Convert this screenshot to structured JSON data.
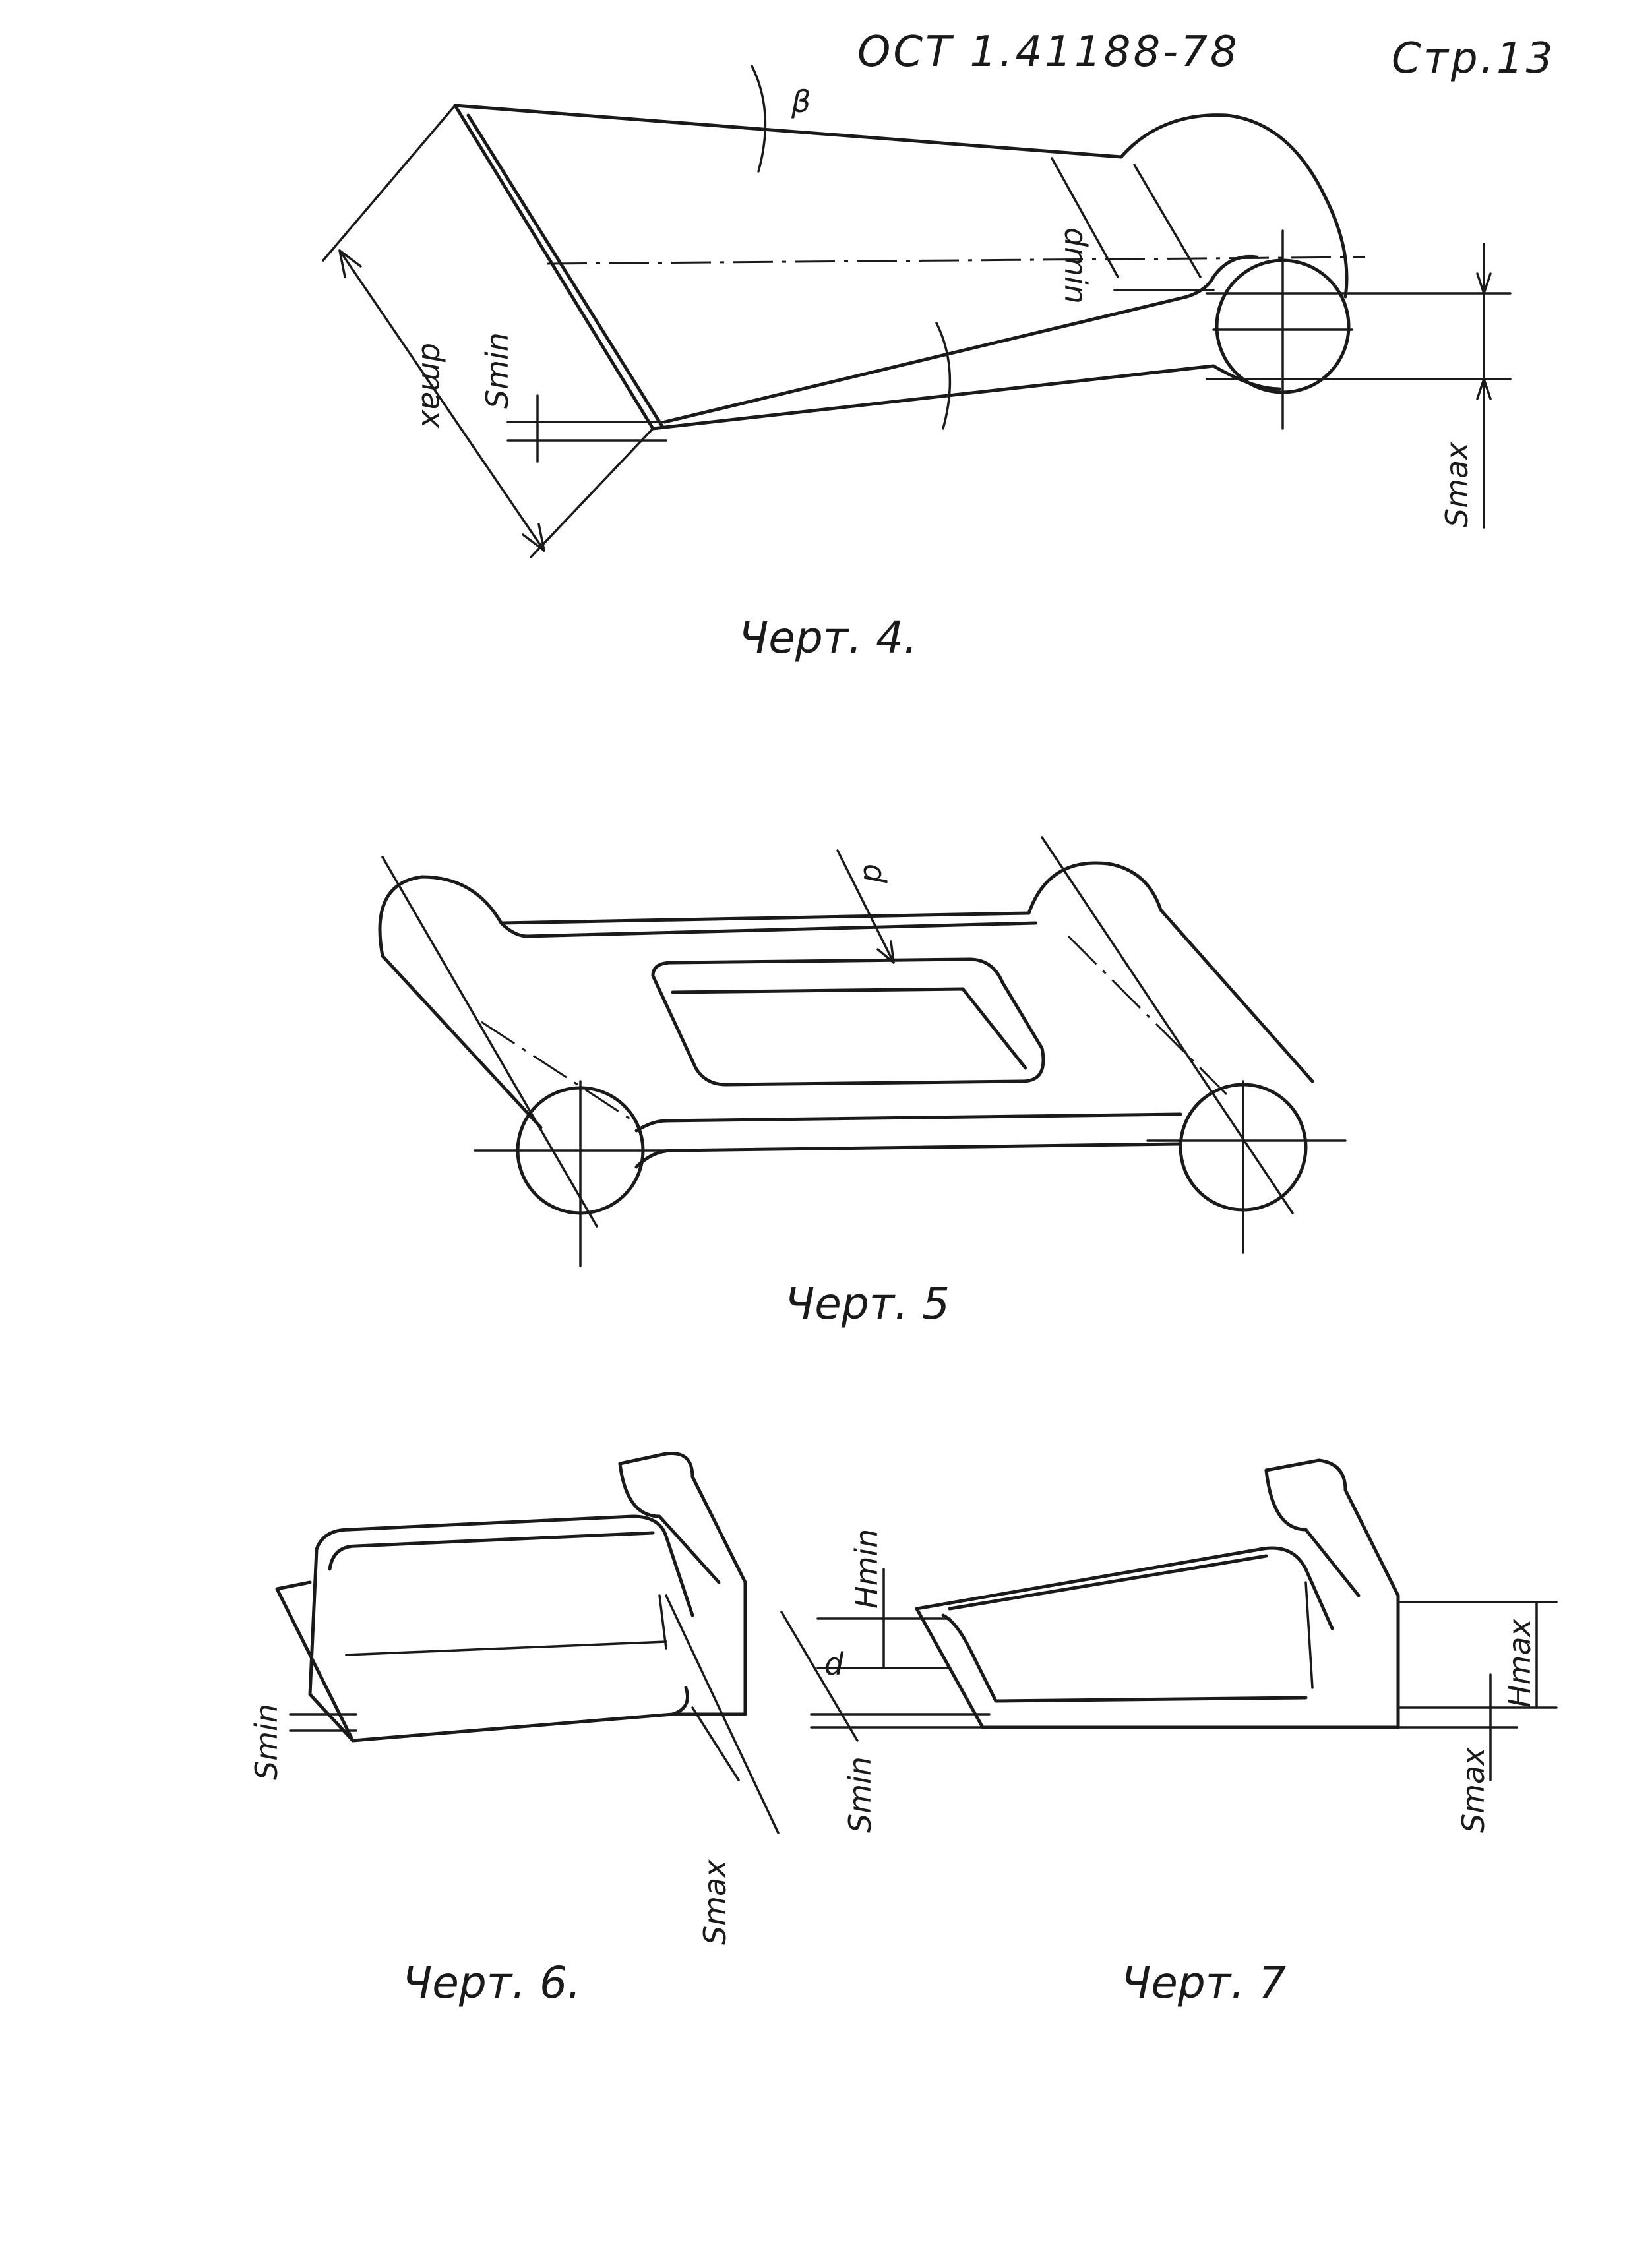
{
  "header": {
    "standard_code": "ОСТ 1.41188-78",
    "page_label": "Стр.13"
  },
  "figures": [
    {
      "caption": "Черт. 4.",
      "labels": {
        "beta": "β",
        "d_min": "dmin",
        "d_max": "dmax",
        "s_min": "Smin",
        "s_max": "Smax"
      }
    },
    {
      "caption": "Черт. 5",
      "labels": {
        "d": "d"
      }
    },
    {
      "caption": "Черт. 6.",
      "labels": {
        "s_min": "Smin",
        "s_max": "Smax"
      }
    },
    {
      "caption": "Черт. 7",
      "labels": {
        "h_min": "Hmin",
        "h_max": "Hmax",
        "d": "d",
        "s_min": "Smin",
        "s_max": "Smax"
      }
    }
  ]
}
